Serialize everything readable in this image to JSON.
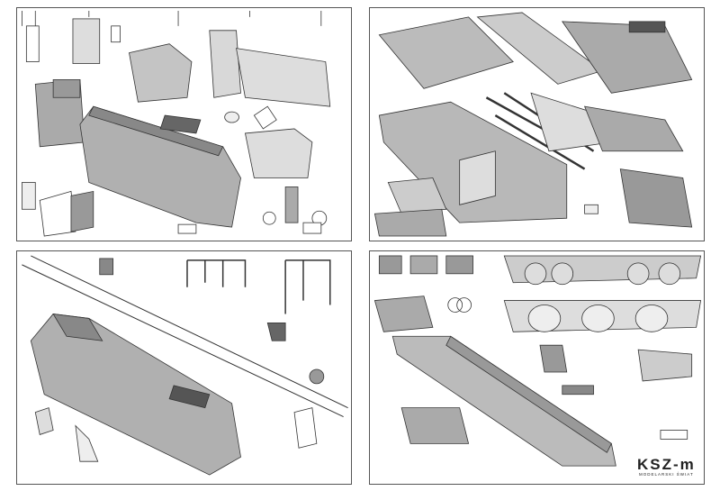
{
  "logo": {
    "name": "KSZ-m",
    "tagline": "MODELARSKI ŚWIAT"
  },
  "panels": [
    {
      "id": "cab-and-body-assembly"
    },
    {
      "id": "frame-and-chassis-assembly"
    },
    {
      "id": "handrails-and-details-assembly"
    },
    {
      "id": "bogies-and-underframe-assembly"
    }
  ],
  "colors": {
    "part_fill": "#b8b8b8",
    "part_dark": "#777777",
    "outline": "#333333"
  }
}
